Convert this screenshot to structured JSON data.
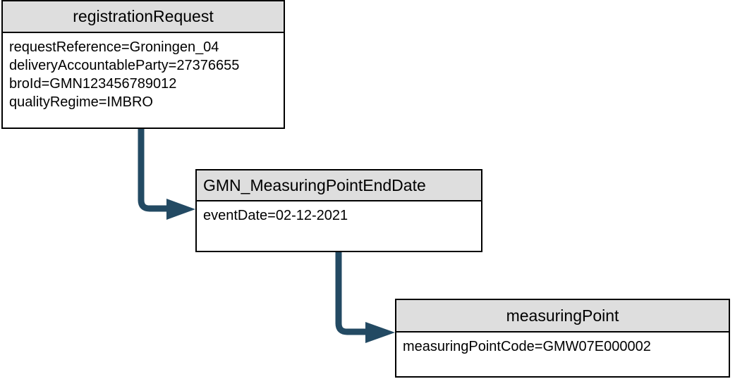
{
  "diagram": {
    "type": "uml-object-diagram",
    "background_color": "#ffffff",
    "header_fill": "#dedede",
    "border_color": "#000000",
    "connector_color": "#234a63",
    "boxes": [
      {
        "name": "registrationRequest",
        "title": "registrationRequest",
        "title_align": "center",
        "attributes": [
          "requestReference=Groningen_04",
          "deliveryAccountableParty=27376655",
          "broId=GMN123456789012",
          "qualityRegime=IMBRO"
        ]
      },
      {
        "name": "GMN_MeasuringPointEndDate",
        "title": "GMN_MeasuringPointEndDate",
        "title_align": "left",
        "attributes": [
          "eventDate=02-12-2021"
        ]
      },
      {
        "name": "measuringPoint",
        "title": "measuringPoint",
        "title_align": "center",
        "attributes": [
          "measuringPointCode=GMW07E000002"
        ]
      }
    ],
    "connectors": [
      {
        "name": "registrationRequest-to-endDate",
        "from": "registrationRequest",
        "to": "GMN_MeasuringPointEndDate",
        "style": "elbow-arrow"
      },
      {
        "name": "endDate-to-measuringPoint",
        "from": "GMN_MeasuringPointEndDate",
        "to": "measuringPoint",
        "style": "elbow-arrow"
      }
    ]
  }
}
